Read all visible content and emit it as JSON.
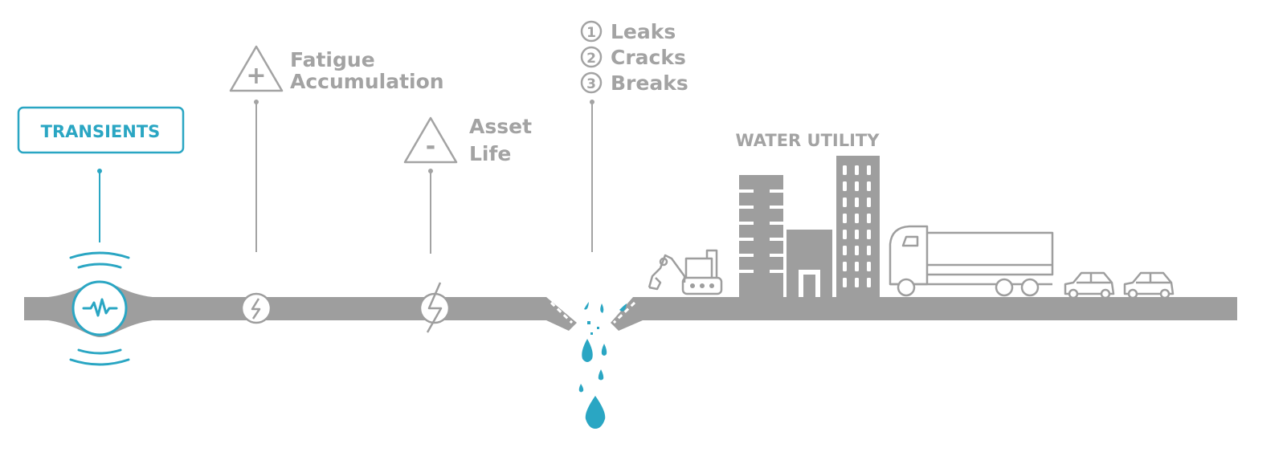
{
  "transients": {
    "label": "TRANSIENTS"
  },
  "fatigue": {
    "sign": "+",
    "line1": "Fatigue",
    "line2": "Accumulation"
  },
  "asset": {
    "sign": "-",
    "line1": "Asset",
    "line2": "Life"
  },
  "failures": {
    "items": [
      {
        "num": "1",
        "text": "Leaks"
      },
      {
        "num": "2",
        "text": "Cracks"
      },
      {
        "num": "3",
        "text": "Breaks"
      }
    ]
  },
  "utility": {
    "label": "WATER UTILITY"
  },
  "colors": {
    "teal": "#2aa6c3",
    "gray": "#9e9e9e",
    "label_gray": "#a3a3a3"
  },
  "icons": [
    "waveform-icon",
    "crack-icon",
    "warning-triangle-icon",
    "excavator-icon",
    "building-icon",
    "truck-icon",
    "car-icon",
    "water-drop-icon"
  ]
}
